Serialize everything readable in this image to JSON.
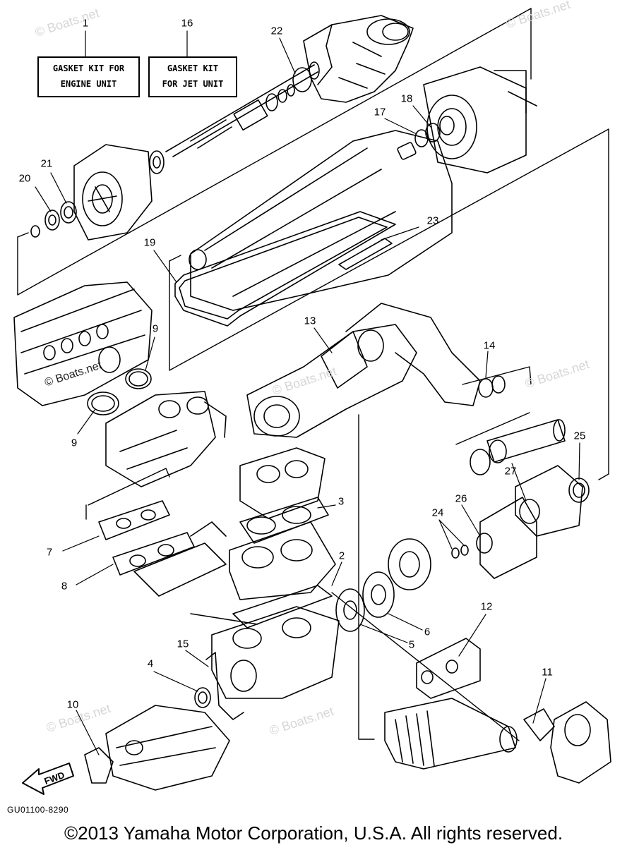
{
  "kit_labels": {
    "engine": {
      "number": "1",
      "line1": "GASKET KIT FOR",
      "line2": "ENGINE UNIT"
    },
    "jet": {
      "number": "16",
      "line1": "GASKET KIT",
      "line2": "FOR JET UNIT"
    }
  },
  "callouts": {
    "c2": "2",
    "c3": "3",
    "c4": "4",
    "c5": "5",
    "c6": "6",
    "c7": "7",
    "c8": "8",
    "c9a": "9",
    "c9b": "9",
    "c10": "10",
    "c11": "11",
    "c12": "12",
    "c13": "13",
    "c14": "14",
    "c15": "15",
    "c17": "17",
    "c18": "18",
    "c19": "19",
    "c20": "20",
    "c21": "21",
    "c22": "22",
    "c23": "23",
    "c24": "24",
    "c25": "25",
    "c26": "26",
    "c27": "27"
  },
  "fwd_label": "FWD",
  "watermark": "© Boats.net",
  "diagram_code": "GU01100-8290",
  "copyright": "©2013 Yamaha Motor Corporation, U.S.A. All rights reserved."
}
